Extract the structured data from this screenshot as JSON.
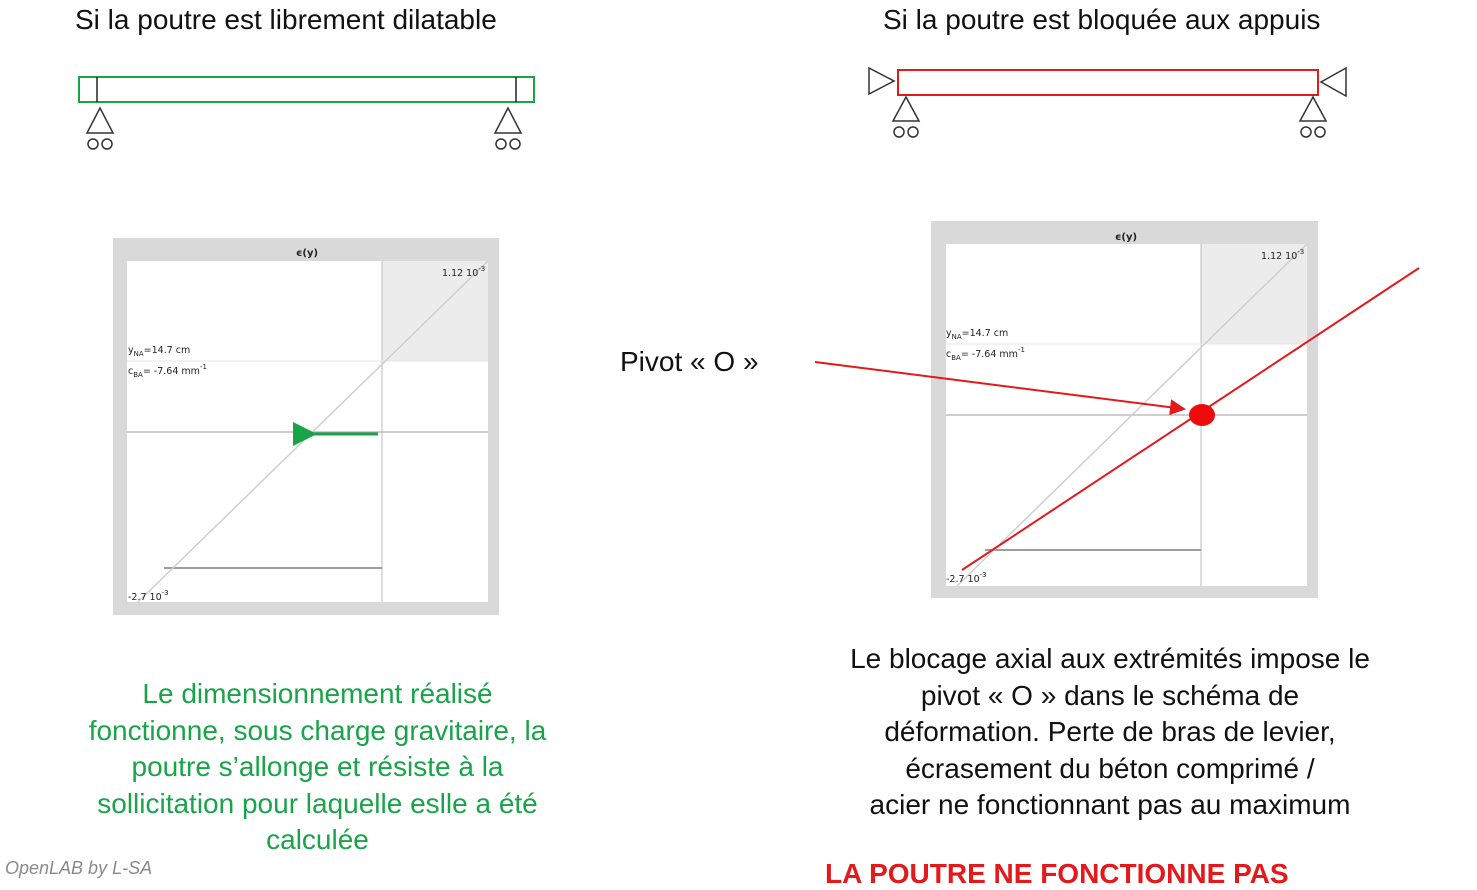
{
  "left": {
    "title": "Si la poutre est librement dilatable",
    "graph": {
      "title": "ϵ(y)",
      "top_label_base": "1.12 10",
      "top_label_exp": "-3",
      "bottom_label_base": "-2.7 10",
      "bottom_label_exp": "-3",
      "yna_pre": "y",
      "yna_sub": "NA",
      "yna_post": "=14.7 cm",
      "cba_pre": "c",
      "cba_sub": "BA",
      "cba_post": "= -7.64 mm",
      "cba_exp": "-1"
    },
    "conclusion_lines": [
      "Le dimensionnement réalisé",
      "fonctionne, sous charge gravitaire, la",
      "poutre s’allonge et résiste à la",
      "sollicitation pour laquelle eslle a été",
      "calculée"
    ],
    "color": "#1aa44a"
  },
  "right": {
    "title": "Si la poutre est bloquée aux appuis",
    "graph": {
      "title": "ϵ(y)",
      "top_label_base": "1.12 10",
      "top_label_exp": "-3",
      "bottom_label_base": "-2.7 10",
      "bottom_label_exp": "-3",
      "yna_pre": "y",
      "yna_sub": "NA",
      "yna_post": "=14.7 cm",
      "cba_pre": "c",
      "cba_sub": "BA",
      "cba_post": "= -7.64 mm",
      "cba_exp": "-1"
    },
    "pivot_label": "Pivot « O »",
    "explanation_lines": [
      "Le blocage axial aux extrémités impose le",
      "pivot « O » dans le schéma de",
      "déformation. Perte de bras de levier,",
      "écrasement du béton comprimé /",
      "acier ne fonctionnant pas au maximum"
    ],
    "conclusion": "LA POUTRE NE FONCTIONNE PAS",
    "color": "#e3191c"
  },
  "footer": "OpenLAB by L-SA"
}
